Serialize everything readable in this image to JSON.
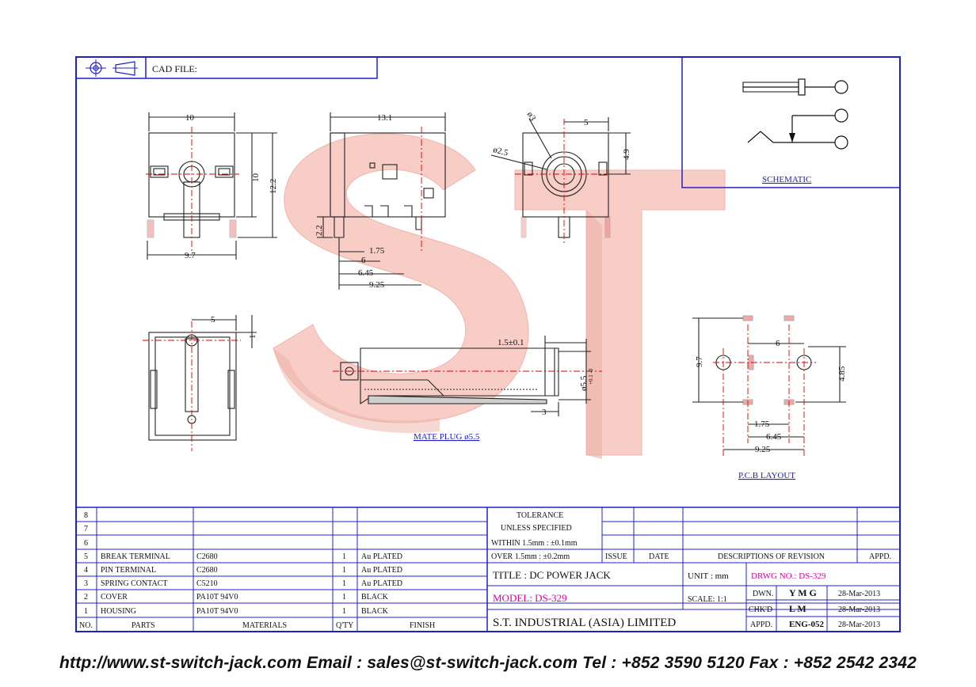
{
  "header": {
    "cad_file": "CAD FILE:"
  },
  "watermark": "ST",
  "schematic": {
    "label": "SCHEMATIC"
  },
  "front_view": {
    "d_top": "10",
    "d_height1": "10",
    "d_height2": "12.2",
    "d_bottom": "9.7"
  },
  "side_view": {
    "d_top": "13.1",
    "d_left": "2.2",
    "d_175": "1.75",
    "d_6": "6",
    "d_645": "6.45",
    "d_925": "9.25"
  },
  "right_view": {
    "d_phi3": "ø3",
    "d_phi25": "ø2.5",
    "d_5": "5",
    "d_49": "4.9"
  },
  "bottom_view": {
    "d_5": "5",
    "d_1": "1"
  },
  "plug_view": {
    "d_15": "1.5±0.1",
    "d_55": "ø5.5",
    "d_55_tol": "+0.1 -0",
    "d_3": "3",
    "label": "MATE PLUG ø5.5"
  },
  "pcb_layout": {
    "d_97": "9.7",
    "d_6": "6",
    "d_485": "4.85",
    "d_175": "1.75",
    "d_645": "6.45",
    "d_925": "9.25",
    "label": "P.C.B LAYOUT"
  },
  "bom": {
    "empty_rows": [
      "8",
      "7",
      "6"
    ],
    "rows": [
      {
        "no": "5",
        "part": "BREAK TERMINAL",
        "material": "C2680",
        "qty": "1",
        "finish": "Au PLATED"
      },
      {
        "no": "4",
        "part": "PIN TERMINAL",
        "material": "C2680",
        "qty": "1",
        "finish": "Au PLATED"
      },
      {
        "no": "3",
        "part": "SPRING CONTACT",
        "material": "C5210",
        "qty": "1",
        "finish": "Au PLATED"
      },
      {
        "no": "2",
        "part": "COVER",
        "material": "PA10T 94V0",
        "qty": "1",
        "finish": "BLACK"
      },
      {
        "no": "1",
        "part": "HOUSING",
        "material": "PA10T 94V0",
        "qty": "1",
        "finish": "BLACK"
      }
    ],
    "headers": {
      "no": "NO.",
      "parts": "PARTS",
      "materials": "MATERIALS",
      "qty": "Q'TY",
      "finish": "FINISH"
    }
  },
  "tolerance": {
    "line1": "TOLERANCE",
    "line2": "UNLESS  SPECIFIED",
    "within": "WITHIN  1.5mm : ±0.1mm",
    "over": "OVER    1.5mm : ±0.2mm"
  },
  "revision": {
    "issue": "ISSUE",
    "date": "DATE",
    "desc": "DESCRIPTIONS  OF  REVISION",
    "appd": "APPD."
  },
  "title_block": {
    "title": "TITLE : DC POWER JACK",
    "unit_label": "UNIT :   mm",
    "drwg_no": "DRWG NO.: DS-329",
    "model": "MODEL: DS-329",
    "scale": "SCALE:   1:1",
    "dwn_label": "DWN.",
    "dwn_value": "Y M G",
    "dwn_date": "28-Mar-2013",
    "chkd_label": "CHK'D",
    "chkd_value": "L M",
    "chkd_date": "28-Mar-2013",
    "appd_label": "APPD.",
    "appd_value": "ENG-052",
    "appd_date": "28-Mar-2013",
    "company": "S.T.  INDUSTRIAL  (ASIA)  LIMITED"
  },
  "footer": "http://www.st-switch-jack.com  Email : sales@st-switch-jack.com  Tel : +852 3590 5120  Fax : +852 2542 2342",
  "colors": {
    "frame": "#2020c8",
    "watermark": "#f4b8b0",
    "centerline": "#e00000",
    "magenta": "#e000a0",
    "line": "#222222"
  }
}
